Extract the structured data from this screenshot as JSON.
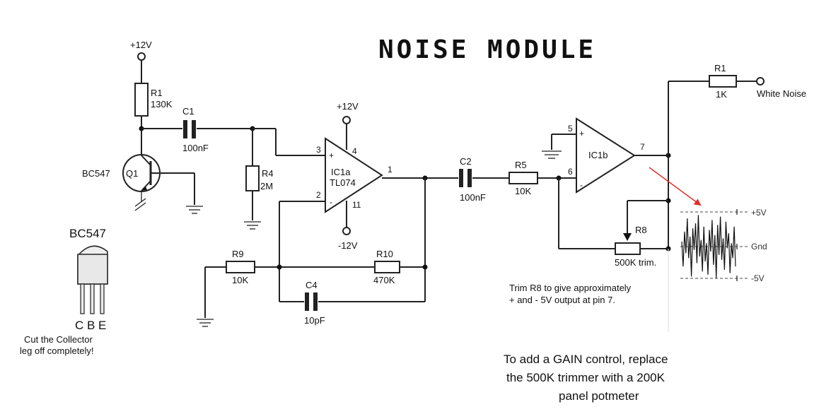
{
  "title": "NOISE MODULE",
  "supply": {
    "q1_plus": "+12V",
    "ic1a_plus": "+12V",
    "ic1a_minus": "-12V"
  },
  "components": {
    "r1_top": {
      "ref": "R1",
      "value": "130K"
    },
    "c1": {
      "ref": "C1",
      "value": "100nF"
    },
    "q1": {
      "ref": "Q1",
      "type": "BC547"
    },
    "r4": {
      "ref": "R4",
      "value": "2M"
    },
    "ic1a": {
      "ref": "IC1a",
      "type": "TL074"
    },
    "r9": {
      "ref": "R9",
      "value": "10K"
    },
    "r10": {
      "ref": "R10",
      "value": "470K"
    },
    "c4": {
      "ref": "C4",
      "value": "10pF"
    },
    "c2": {
      "ref": "C2",
      "value": "100nF"
    },
    "r5": {
      "ref": "R5",
      "value": "10K"
    },
    "ic1b": {
      "ref": "IC1b"
    },
    "r8": {
      "ref": "R8",
      "value": "500K trim."
    },
    "r1_out": {
      "ref": "R1",
      "value": "1K"
    }
  },
  "pins": {
    "ic1a_in_plus": "3",
    "ic1a_in_minus": "2",
    "ic1a_out": "1",
    "ic1a_vplus": "4",
    "ic1a_vminus": "11",
    "ic1b_in_plus": "5",
    "ic1b_in_minus": "6",
    "ic1b_out": "7",
    "plus_sign": "+",
    "minus_sign": "-"
  },
  "output_label": "White Noise",
  "transistor_pinout": {
    "name": "BC547",
    "pins": "C B E",
    "note_line1": "Cut the Collector",
    "note_line2": "leg off completely!"
  },
  "scope": {
    "plus": "+5V",
    "gnd": "Gnd",
    "minus": "-5V",
    "waveform": [
      0.15,
      -0.6,
      0.45,
      -0.2,
      0.85,
      -0.35,
      0.3,
      -0.9,
      0.55,
      -0.1,
      0.7,
      -0.5,
      0.95,
      -0.3,
      0.2,
      -0.75,
      0.6,
      -0.45,
      0.1,
      -0.85,
      0.5,
      -0.15,
      0.8,
      -0.55,
      0.35,
      -0.95,
      0.65,
      -0.25,
      0.9,
      -0.4,
      0.25,
      -0.7,
      0.75,
      -0.05,
      0.4,
      -0.8,
      0.1,
      -0.35,
      0.6,
      -0.6
    ]
  },
  "trim_note": {
    "line1": "Trim R8 to give approximately",
    "line2": "+ and - 5V output at pin 7."
  },
  "gain_note": {
    "line1": "To add a GAIN control, replace",
    "line2": "the 500K trimmer with a 200K",
    "line3": "panel potmeter"
  },
  "colors": {
    "wire": "#222222",
    "arrow": "#e0302a"
  }
}
